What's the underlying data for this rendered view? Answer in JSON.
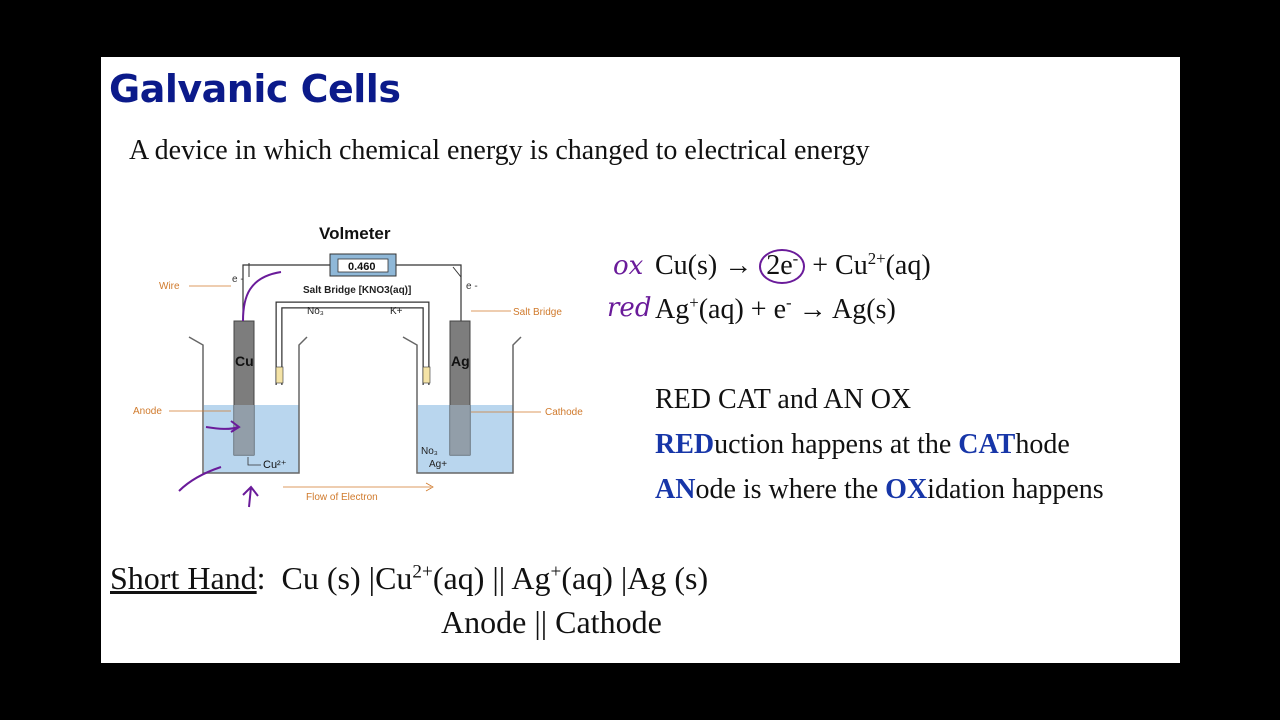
{
  "title": "Galvanic Cells",
  "subtitle": "A device in which chemical energy is changed to electrical energy",
  "diagram": {
    "voltmeter_title": "Volmeter",
    "voltmeter_reading": "0.460",
    "salt_bridge_label": "Salt Bridge [KNO3(aq)]",
    "no3_top": "No₃",
    "k_plus": "K+",
    "wire_label": "Wire",
    "e_left": "e -",
    "e_right": "e -",
    "salt_bridge_right": "Salt Bridge",
    "anode_label": "Anode",
    "cathode_label": "Cathode",
    "cu_electrode": "Cu",
    "ag_electrode": "Ag",
    "cu_ion": "Cu²⁺",
    "no3_bottom": "No₃",
    "ag_ion": "Ag+",
    "flow_label": "Flow of Electron"
  },
  "equations": {
    "ox_mark": "ox",
    "ox_eq_1": "Cu(s) → ",
    "ox_eq_2": "2e",
    "ox_eq_sup": "-",
    "ox_eq_3": " + Cu",
    "ox_eq_sup2": "2+",
    "ox_eq_4": "(aq)",
    "red_mark": "red",
    "red_eq_1": "Ag",
    "red_eq_sup": "+",
    "red_eq_2": "(aq) + e",
    "red_eq_sup2": "-",
    "red_eq_3": "  →  Ag(s)"
  },
  "mnemonic": {
    "line1": "RED CAT and AN OX",
    "line2_a": "RED",
    "line2_b": "uction happens at the ",
    "line2_c": "CAT",
    "line2_d": "hode",
    "line3_a": "AN",
    "line3_b": "ode is where the ",
    "line3_c": "OX",
    "line3_d": "idation happens"
  },
  "shorthand": {
    "label": "Short Hand",
    "colon": ":  ",
    "p1": "Cu (s) |Cu",
    "s1": "2+",
    "p2": "(aq) || Ag",
    "s2": "+",
    "p3": "(aq) |Ag (s)",
    "anode_cathode": "Anode || Cathode"
  },
  "colors": {
    "title": "#0b1a8a",
    "accent": "#1736a8",
    "ink": "#6a1b9a",
    "label": "#d07a2c"
  }
}
